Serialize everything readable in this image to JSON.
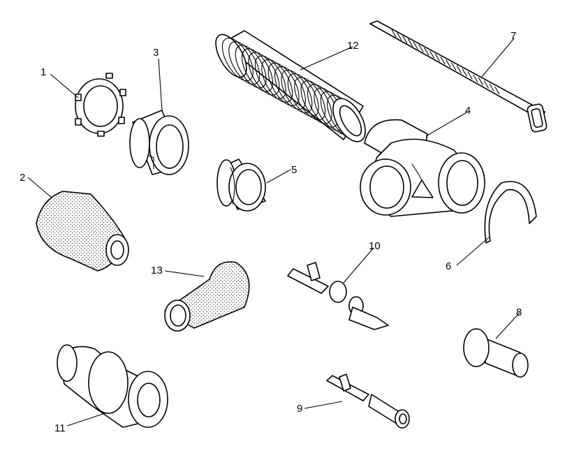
{
  "callouts": [
    "1",
    "2",
    "3",
    "4",
    "5",
    "6",
    "7",
    "8",
    "9",
    "10",
    "11",
    "12",
    "13"
  ],
  "colors": {
    "line": "#000000",
    "background": "#ffffff"
  }
}
